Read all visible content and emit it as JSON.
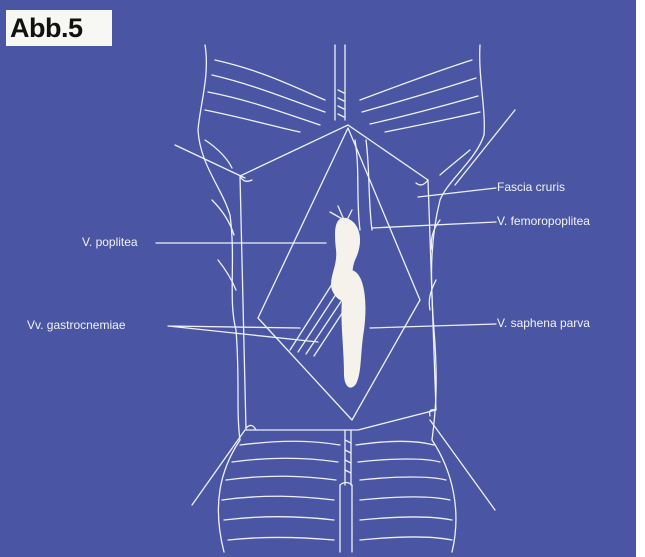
{
  "title": "Abb.5",
  "colors": {
    "background": "#4a56a4",
    "lines": "#f2f2f2",
    "title_box": "#f7f7f4"
  },
  "labels": {
    "fascia_cruris": "Fascia cruris",
    "v_femoropoplitea": "V. femoropoplitea",
    "v_poplitea": "V. poplitea",
    "vv_gastrocnemiae": "Vv. gastrocnemiae",
    "v_saphena_parva": "V. saphena parva"
  }
}
